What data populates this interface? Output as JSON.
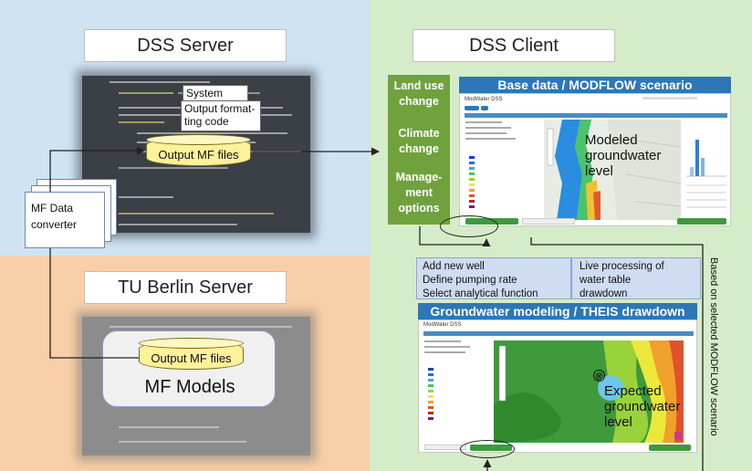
{
  "server": {
    "title": "DSS Server"
  },
  "tub": {
    "title": "TU Berlin Server"
  },
  "client": {
    "title": "DSS Client"
  },
  "labels": {
    "system_code": "System code",
    "output_formatting_1": "Output format-",
    "output_formatting_2": "ting code",
    "output_mf_files": "Output MF files",
    "output_mf_files_2": "Output MF files",
    "mf_models": "MF Models",
    "mf_data_1": "MF Data",
    "mf_data_2": "converter"
  },
  "side_panel": {
    "item1_l1": "Land use",
    "item1_l2": "change",
    "item2_l1": "Climate",
    "item2_l2": "change",
    "item3_l1": "Manage-",
    "item3_l2": "ment",
    "item3_l3": "options"
  },
  "top_app": {
    "header": "Base data / MODFLOW scenario",
    "app_name": "ModWater DSS",
    "overlay_l1": "Modeled",
    "overlay_l2": "groundwater",
    "overlay_l3": "level"
  },
  "info": {
    "left_l1": "Add new well",
    "left_l2": "Define pumping rate",
    "left_l3": "Select analytical function",
    "right_l1": "Live processing of",
    "right_l2": "water table",
    "right_l3": "drawdown"
  },
  "bottom_app": {
    "header": "Groundwater modeling / THEIS drawdown",
    "app_name": "ModWater DSS",
    "overlay_l1": "Expected",
    "overlay_l2": "groundwater",
    "overlay_l3": "level",
    "well_symbol": "⊗"
  },
  "vertical_label": "Based on selected MODFLOW scenario",
  "colors": {
    "server_bg": "#cfe3f3",
    "tub_bg": "#f8cfa8",
    "client_bg": "#d5ecc9",
    "accent_green": "#6fa23d",
    "accent_blue": "#2c77b8"
  }
}
